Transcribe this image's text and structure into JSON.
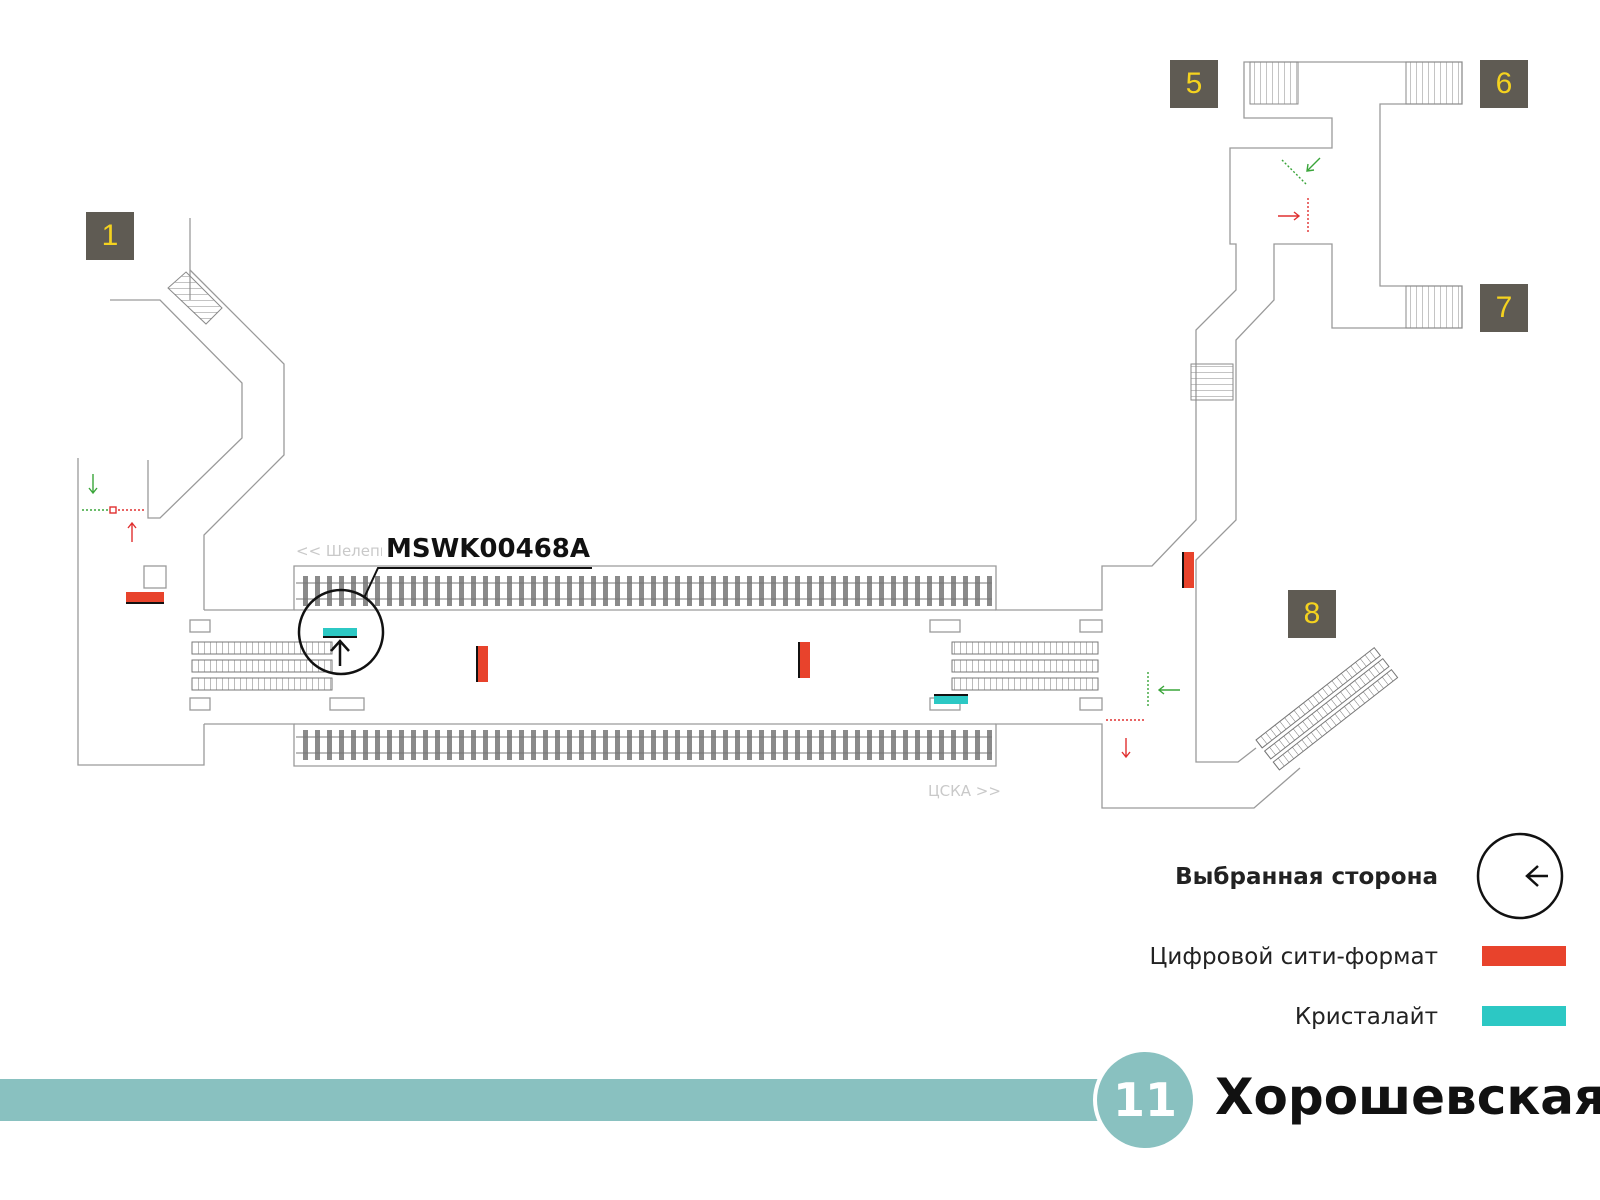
{
  "map": {
    "exits": [
      {
        "label": "1"
      },
      {
        "label": "5"
      },
      {
        "label": "6"
      },
      {
        "label": "7"
      },
      {
        "label": "8"
      }
    ],
    "directions": {
      "upper": "<< Шелепиха",
      "lower": "ЦСКА >>"
    },
    "selected_panel": {
      "code": "MSWK00468A"
    }
  },
  "legend": {
    "selected_side": "Выбранная сторона",
    "digital_city_format": "Цифровой сити-формат",
    "crystalight": "Кристалайт"
  },
  "station": {
    "line_number": "11",
    "name": "Хорошевская"
  },
  "colors": {
    "line": "#89c1c0",
    "digital_city_format": "#e8432c",
    "crystalight": "#2cc8c4",
    "exit_badge": "#5f5b53",
    "exit_digit": "#f4d21f",
    "entry_arrow": "#3aa53a",
    "exit_arrow": "#e03030"
  },
  "icons": [
    "arrow-up-icon",
    "arrow-left-icon"
  ]
}
